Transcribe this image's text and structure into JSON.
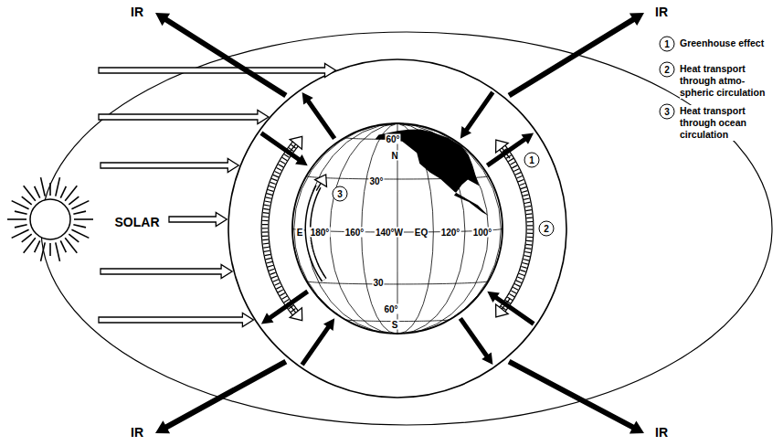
{
  "diagram": {
    "labels": [
      "SOLAR",
      "IR",
      "IR",
      "IR",
      "IR",
      "1",
      "2",
      "3",
      "1",
      "2",
      "3",
      "60°",
      "N",
      "30°",
      "E",
      "180°",
      "160°",
      "140°W",
      "EQ",
      "120°",
      "100°",
      "30",
      "60°",
      "S"
    ],
    "legend": [
      {
        "text": "Greenhouse effect"
      },
      {
        "text": "Heat transport through atmo- spheric circulation"
      },
      {
        "text": "Heat transport through ocean circulation"
      }
    ]
  }
}
